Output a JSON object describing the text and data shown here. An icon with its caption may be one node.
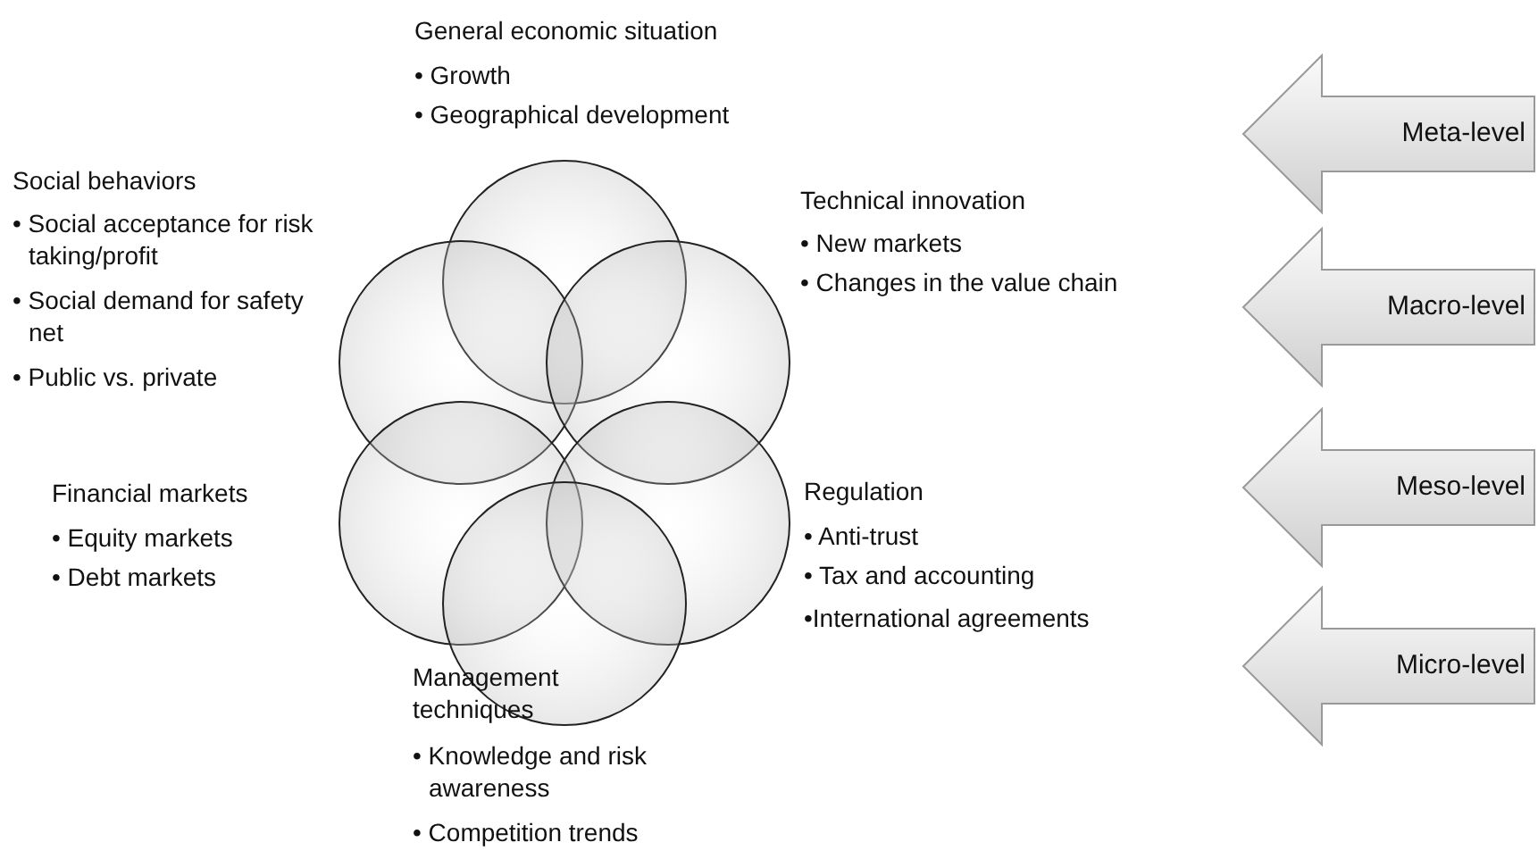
{
  "diagram": {
    "nodes": [
      {
        "text": [
          "Meta-level"
        ]
      },
      {
        "text": [
          "Macro-level"
        ]
      },
      {
        "text": [
          "Meso-level"
        ]
      },
      {
        "text": [
          "Micro-level"
        ]
      }
    ],
    "edges": [],
    "labels": [
      "General economic situation",
      "• Growth",
      "• Geographical development",
      "Social behaviors",
      "• Social acceptance for risk taking/profit",
      "• Social demand for safety net",
      "• Public vs. private",
      "Technical innovation",
      "• New markets",
      "• Changes in the value chain",
      "Financial markets",
      "• Equity markets",
      "• Debt markets",
      "Regulation",
      "• Anti-trust",
      "• Tax and accounting",
      "•International agreements",
      "Management techniques",
      "• Knowledge and risk awareness",
      "• Competition trends"
    ]
  }
}
